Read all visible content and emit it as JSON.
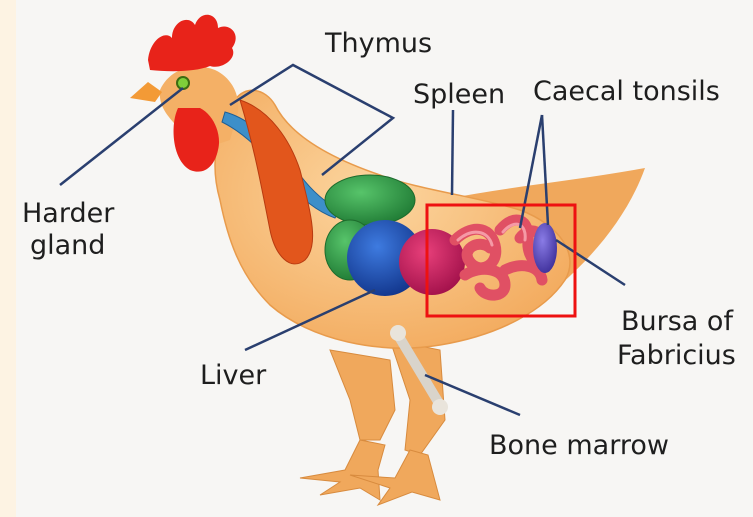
{
  "labels": {
    "thymus": "Thymus",
    "spleen": "Spleen",
    "caecal_tonsils": "Caecal tonsils",
    "harder_gland_line1": "Harder",
    "harder_gland_line2": "gland",
    "bursa_line1": "Bursa of",
    "bursa_line2": "Fabricius",
    "liver": "Liver",
    "bone_marrow": "Bone marrow"
  },
  "colors": {
    "body": "#f6b66d",
    "comb": "#e8231a",
    "thymus": "#3d8fc9",
    "spleen": "#2f9a47",
    "liver": "#1c52b0",
    "caecal_tonsils": "#e05064",
    "bursa": "#6a5ac8",
    "highlight_box": "#ee1111"
  }
}
